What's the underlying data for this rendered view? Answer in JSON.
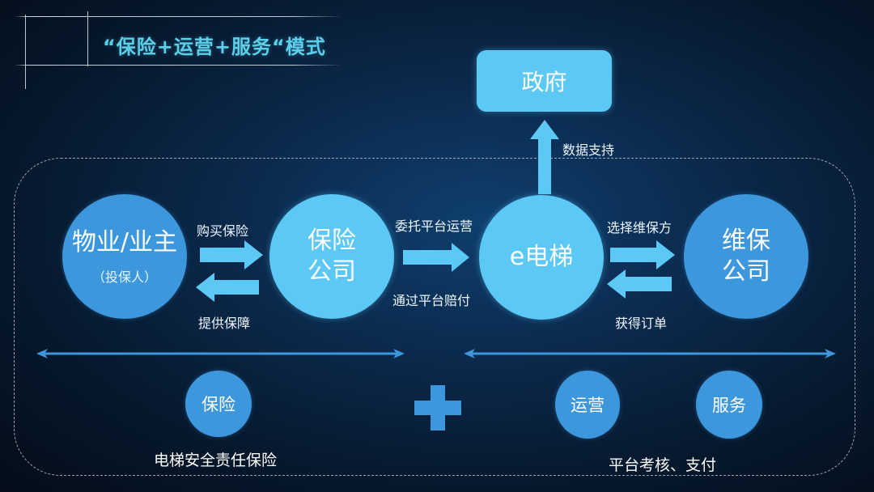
{
  "title": "“保险+运营+服务“模式",
  "colors": {
    "light_blue": "#5bc8f5",
    "mid_blue": "#3d97dc",
    "title_cyan": "#5ccfe8",
    "background": "#071a30"
  },
  "government": {
    "label": "政府",
    "arrow_label": "数据支持"
  },
  "nodes": {
    "owner": {
      "label": "物业/业主",
      "sublabel": "（投保人）"
    },
    "insurer": {
      "line1": "保险",
      "line2": "公司"
    },
    "elevator": {
      "label": "e电梯"
    },
    "maintenance": {
      "line1": "维保",
      "line2": "公司"
    }
  },
  "flows": {
    "owner_to_insurer": "购买保险",
    "insurer_to_owner": "提供保障",
    "insurer_to_elevator": "委托平台运营",
    "elevator_to_insurer": "通过平台赔付",
    "elevator_to_maintenance": "选择维保方",
    "maintenance_to_elevator": "获得订单"
  },
  "bottom": {
    "insurance": {
      "label": "保险",
      "caption": "电梯安全责任保险"
    },
    "plus_icon": "plus-icon",
    "operation": {
      "label": "运营"
    },
    "service": {
      "label": "服务"
    },
    "right_caption": "平台考核、支付"
  }
}
